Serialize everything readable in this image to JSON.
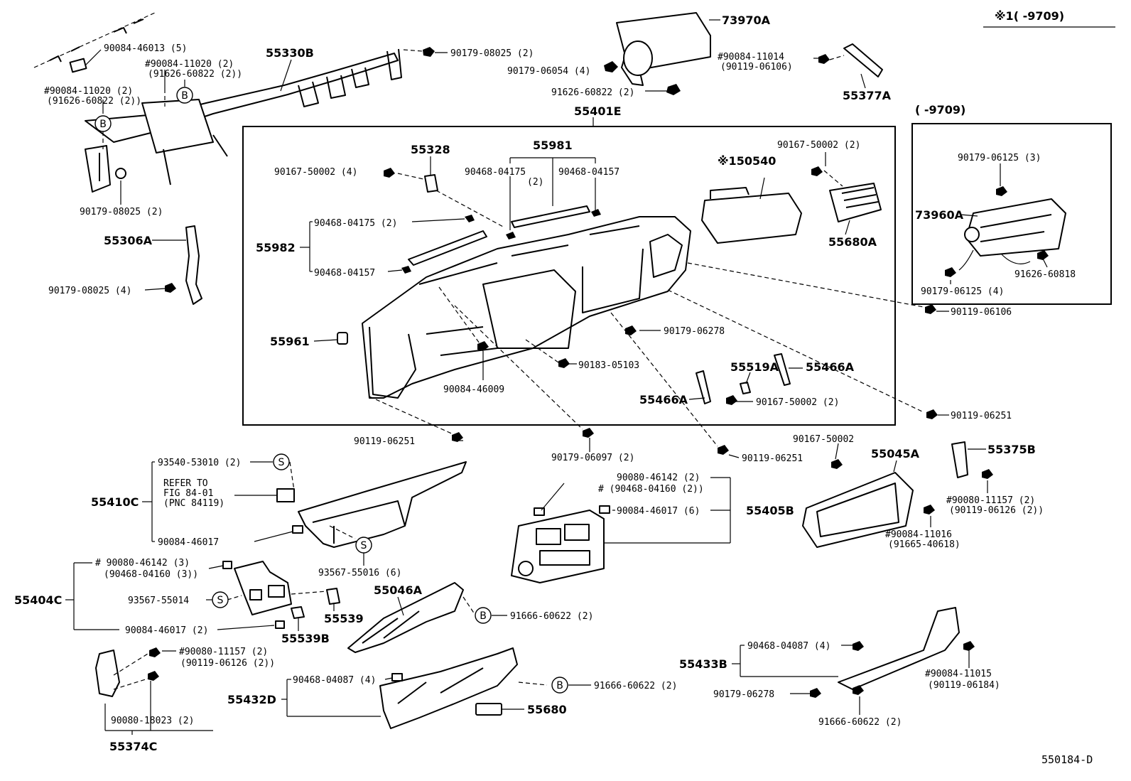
{
  "header": {
    "note": "※1(      -9709)",
    "range_label": "(      -9709)"
  },
  "footer": {
    "drawing_no": "550184-D"
  },
  "labels": [
    {
      "id": "l1",
      "text": "90084-46013 (5)"
    },
    {
      "id": "l2",
      "text": "#90084-11020 (2)"
    },
    {
      "id": "l3",
      "text": "(91626-60822 (2))"
    },
    {
      "id": "l4",
      "text": "#90084-11020 (2)"
    },
    {
      "id": "l5",
      "text": "(91626-60822 (2))"
    },
    {
      "id": "l6",
      "text": "55330B"
    },
    {
      "id": "l7",
      "text": "90179-08025 (2)"
    },
    {
      "id": "l8",
      "text": "90179-08025 (2)"
    },
    {
      "id": "l9",
      "text": "55306A"
    },
    {
      "id": "l10",
      "text": "90179-08025 (4)"
    },
    {
      "id": "l11",
      "text": "73970A"
    },
    {
      "id": "l12",
      "text": "90179-06054 (4)"
    },
    {
      "id": "l13",
      "text": "91626-60822 (2)"
    },
    {
      "id": "l14",
      "text": "#90084-11014"
    },
    {
      "id": "l15",
      "text": "(90119-06106)"
    },
    {
      "id": "l16",
      "text": "55377A"
    },
    {
      "id": "l17",
      "text": "55401E"
    },
    {
      "id": "l18",
      "text": "55328"
    },
    {
      "id": "l19",
      "text": "90167-50002 (4)"
    },
    {
      "id": "l20",
      "text": "55981"
    },
    {
      "id": "l21",
      "text": "90468-04175"
    },
    {
      "id": "l22",
      "text": "(2)"
    },
    {
      "id": "l23",
      "text": "90468-04157"
    },
    {
      "id": "l24",
      "text": "※150540"
    },
    {
      "id": "l25",
      "text": "90167-50002 (2)"
    },
    {
      "id": "l26",
      "text": "90468-04175 (2)"
    },
    {
      "id": "l27",
      "text": "55982"
    },
    {
      "id": "l28",
      "text": "90468-04157"
    },
    {
      "id": "l29",
      "text": "55680A"
    },
    {
      "id": "l30",
      "text": "55961"
    },
    {
      "id": "l31",
      "text": "90179-06278"
    },
    {
      "id": "l32",
      "text": "90183-05103"
    },
    {
      "id": "l33",
      "text": "90084-46009"
    },
    {
      "id": "l34",
      "text": "55519A"
    },
    {
      "id": "l35",
      "text": "55466A"
    },
    {
      "id": "l36",
      "text": "55466A"
    },
    {
      "id": "l37",
      "text": "90167-50002 (2)"
    },
    {
      "id": "l38",
      "text": "90179-06125 (3)"
    },
    {
      "id": "l39",
      "text": "73960A"
    },
    {
      "id": "l40",
      "text": "91626-60818"
    },
    {
      "id": "l41",
      "text": "90179-06125 (4)"
    },
    {
      "id": "l42",
      "text": "90119-06106"
    },
    {
      "id": "l43",
      "text": "90119-06251"
    },
    {
      "id": "l44",
      "text": "90119-06251"
    },
    {
      "id": "l45",
      "text": "90179-06097 (2)"
    },
    {
      "id": "l46",
      "text": "90119-06251"
    },
    {
      "id": "l47",
      "text": "93540-53010 (2)"
    },
    {
      "id": "l48",
      "text": "REFER TO"
    },
    {
      "id": "l49",
      "text": "FIG 84-01"
    },
    {
      "id": "l50",
      "text": "(PNC 84119)"
    },
    {
      "id": "l51",
      "text": "55410C"
    },
    {
      "id": "l52",
      "text": "90084-46017"
    },
    {
      "id": "l53",
      "text": "93567-55016 (6)"
    },
    {
      "id": "l54",
      "text": "90080-46142 (2)"
    },
    {
      "id": "l55",
      "text": "# (90468-04160 (2))"
    },
    {
      "id": "l56",
      "text": "90084-46017 (6)"
    },
    {
      "id": "l57",
      "text": "55405B"
    },
    {
      "id": "l58",
      "text": "90167-50002"
    },
    {
      "id": "l59",
      "text": "55045A"
    },
    {
      "id": "l60",
      "text": "55375B"
    },
    {
      "id": "l61",
      "text": "#90080-11157 (2)"
    },
    {
      "id": "l62",
      "text": "(90119-06126 (2))"
    },
    {
      "id": "l63",
      "text": "#90084-11016"
    },
    {
      "id": "l64",
      "text": "(91665-40618)"
    },
    {
      "id": "l65",
      "text": "# 90080-46142 (3)"
    },
    {
      "id": "l66",
      "text": "(90468-04160 (3))"
    },
    {
      "id": "l67",
      "text": "55404C"
    },
    {
      "id": "l68",
      "text": "93567-55014"
    },
    {
      "id": "l69",
      "text": "90084-46017 (2)"
    },
    {
      "id": "l70",
      "text": "55539"
    },
    {
      "id": "l71",
      "text": "55539B"
    },
    {
      "id": "l72",
      "text": "55046A"
    },
    {
      "id": "l73",
      "text": "91666-60622 (2)"
    },
    {
      "id": "l74",
      "text": "#90080-11157 (2)"
    },
    {
      "id": "l75",
      "text": "(90119-06126 (2))"
    },
    {
      "id": "l76",
      "text": "90080-18023 (2)"
    },
    {
      "id": "l77",
      "text": "55374C"
    },
    {
      "id": "l78",
      "text": "90468-04087 (4)"
    },
    {
      "id": "l79",
      "text": "55432D"
    },
    {
      "id": "l80",
      "text": "91666-60622 (2)"
    },
    {
      "id": "l81",
      "text": "55680"
    },
    {
      "id": "l82",
      "text": "90468-04087 (4)"
    },
    {
      "id": "l83",
      "text": "55433B"
    },
    {
      "id": "l84",
      "text": "90179-06278"
    },
    {
      "id": "l85",
      "text": "91666-60622 (2)"
    },
    {
      "id": "l86",
      "text": "#90084-11015"
    },
    {
      "id": "l87",
      "text": "(90119-06184)"
    }
  ],
  "markers": [
    {
      "id": "m1",
      "text": "B"
    },
    {
      "id": "m2",
      "text": "B"
    },
    {
      "id": "m3",
      "text": "S"
    },
    {
      "id": "m4",
      "text": "S"
    },
    {
      "id": "m5",
      "text": "S"
    },
    {
      "id": "m6",
      "text": "B"
    },
    {
      "id": "m7",
      "text": "B"
    }
  ]
}
